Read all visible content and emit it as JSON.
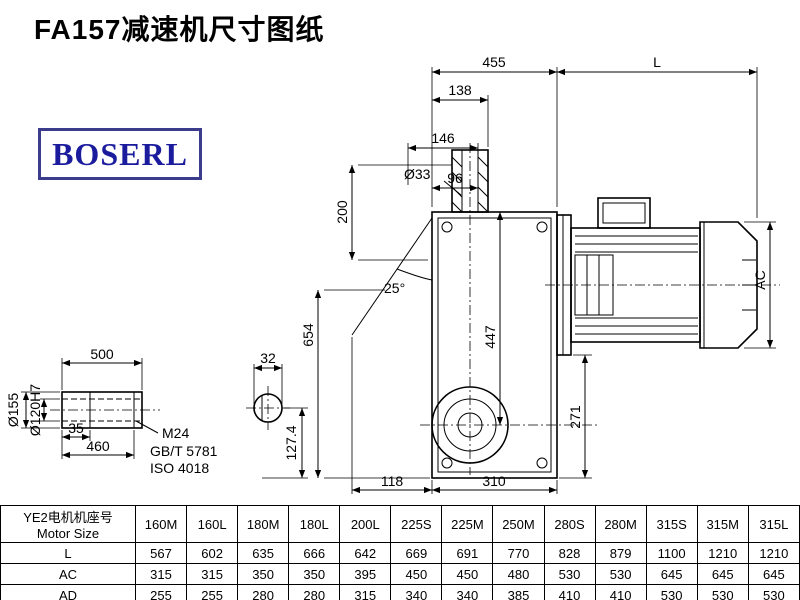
{
  "page": {
    "title": "FA157减速机尺寸图纸",
    "logo": "BOSERL"
  },
  "dims": {
    "d455": "455",
    "L": "L",
    "d138": "138",
    "d146": "146",
    "d96": "96",
    "d33": "Ø33",
    "d200": "200",
    "a25": "25°",
    "d654": "654",
    "d447": "447",
    "AC": "AC",
    "d271": "271",
    "d118": "118",
    "d310": "310",
    "d500": "500",
    "d35": "35",
    "d460": "460",
    "d155": "Ø155",
    "d120": "Ø120H7",
    "m24": "M24",
    "gbt": "GB/T 5781",
    "iso": "ISO 4018",
    "d127": "127.4",
    "d32": "32"
  },
  "table": {
    "header_cn": "YE2电机机座号",
    "header_en": "Motor Size",
    "columns": [
      "160M",
      "160L",
      "180M",
      "180L",
      "200L",
      "225S",
      "225M",
      "250M",
      "280S",
      "280M",
      "315S",
      "315M",
      "315L"
    ],
    "rows": [
      {
        "label": "L",
        "values": [
          "567",
          "602",
          "635",
          "666",
          "642",
          "669",
          "691",
          "770",
          "828",
          "879",
          "1100",
          "1210",
          "1210"
        ]
      },
      {
        "label": "AC",
        "values": [
          "315",
          "315",
          "350",
          "350",
          "395",
          "450",
          "450",
          "480",
          "530",
          "530",
          "645",
          "645",
          "645"
        ]
      },
      {
        "label": "AD",
        "values": [
          "255",
          "255",
          "280",
          "280",
          "315",
          "340",
          "340",
          "385",
          "410",
          "410",
          "530",
          "530",
          "530"
        ]
      }
    ]
  }
}
